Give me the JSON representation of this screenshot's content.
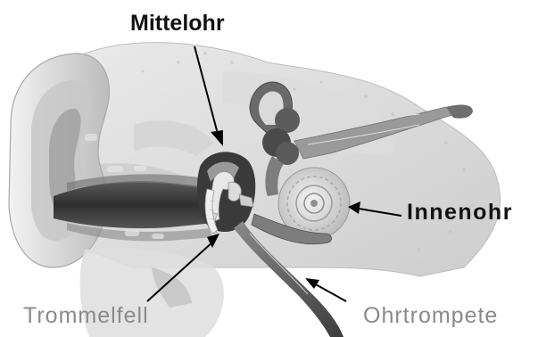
{
  "labels": {
    "mittelohr": "Mittelohr",
    "innenohr": "Innenohr",
    "trommelfell": "Trommelfell",
    "ohrtrompete": "Ohrtrompete"
  },
  "colors": {
    "label_bold": "#111111",
    "label_gray": "#8a8a8a",
    "tissue_light": "#e4e4e4",
    "tissue_mid": "#cfcfcf",
    "tissue_dark": "#6e6e6e",
    "canal": "#3a3a3a"
  }
}
